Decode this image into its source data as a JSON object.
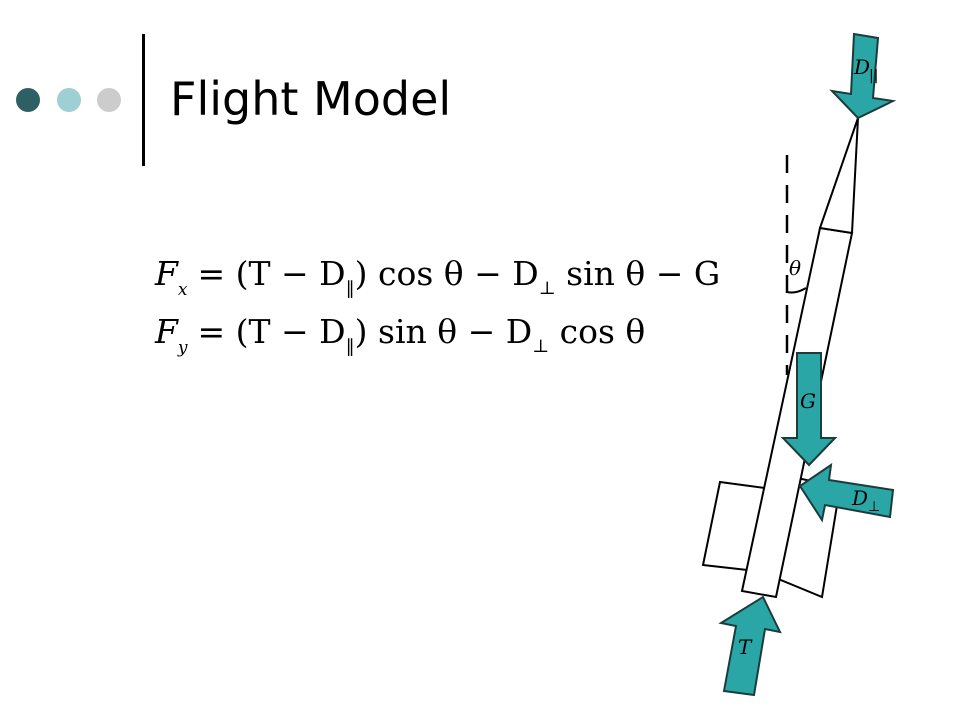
{
  "slide": {
    "title": "Flight Model",
    "bullet_colors": [
      "#2e5f63",
      "#9ecfd3",
      "#cccccc"
    ],
    "accent_color": "#2aa6a6"
  },
  "equations": {
    "line1": {
      "lhs": "F",
      "lhs_sub": "x",
      "a": "= (T − D",
      "a_sub": "‖",
      "b": ") cos θ − D",
      "b_sub": "⊥",
      "c": " sin θ − G"
    },
    "line2": {
      "lhs": "F",
      "lhs_sub": "y",
      "a": "= (T − D",
      "a_sub": "‖",
      "b": ") sin θ − D",
      "b_sub": "⊥",
      "c": " cos θ"
    }
  },
  "diagram": {
    "forces": {
      "d_parallel": {
        "symbol": "D",
        "sub": "||"
      },
      "gravity": {
        "symbol": "G"
      },
      "d_perp": {
        "symbol": "D",
        "sub": "⊥"
      },
      "thrust": {
        "symbol": "T"
      }
    },
    "angle_label": "θ"
  }
}
